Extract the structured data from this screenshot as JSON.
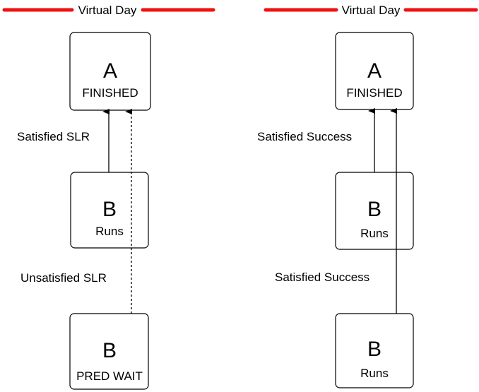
{
  "left": {
    "title": "Virtual Day",
    "box_a": {
      "letter": "A",
      "state": "FINISHED"
    },
    "box_b1": {
      "letter": "B",
      "state": "Runs"
    },
    "box_b2": {
      "letter": "B",
      "state": "PRED WAIT"
    },
    "edge_upper_label": "Satisfied SLR",
    "edge_lower_label": "Unsatisfied SLR"
  },
  "right": {
    "title": "Virtual Day",
    "box_a": {
      "letter": "A",
      "state": "FINISHED"
    },
    "box_b1": {
      "letter": "B",
      "state": "Runs"
    },
    "box_b2": {
      "letter": "B",
      "state": "Runs"
    },
    "edge_upper_label": "Satisfied Success",
    "edge_lower_label": "Satisfied Success"
  },
  "colors": {
    "virtual_day_line": "#ee1111",
    "box_border": "#000000"
  }
}
